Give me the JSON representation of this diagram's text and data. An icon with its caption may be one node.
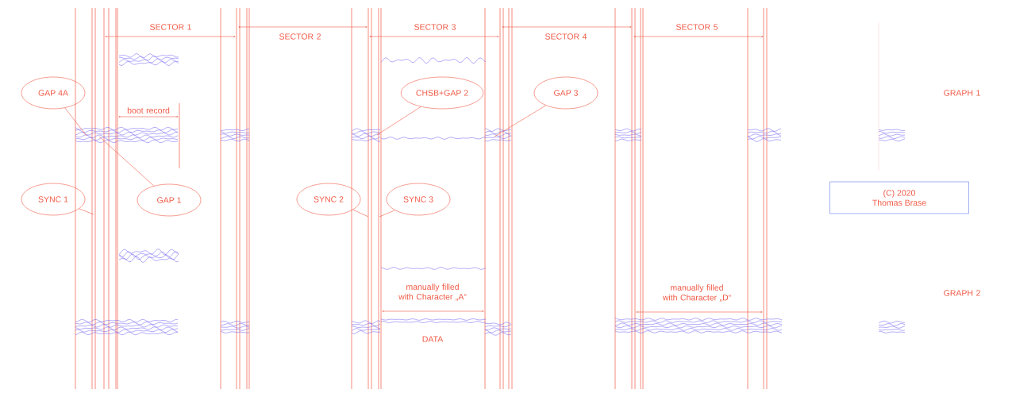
{
  "diagram": {
    "nodes": [
      {
        "text": [
          "GAP 4A"
        ]
      },
      {
        "text": [
          "CHSB+GAP 2"
        ]
      },
      {
        "text": [
          "GAP 3"
        ]
      },
      {
        "text": [
          "GAP 1"
        ]
      },
      {
        "text": [
          "SYNC 1"
        ]
      },
      {
        "text": [
          "SYNC 2"
        ]
      },
      {
        "text": [
          "SYNC 3"
        ]
      },
      {
        "text": [
          "(C) 2020",
          "Thomas Brase"
        ]
      }
    ],
    "edges": [
      {
        "from": 0,
        "to": null,
        "arrow": "none"
      },
      {
        "from": 1,
        "to": null,
        "arrow": "none"
      },
      {
        "from": 2,
        "to": null,
        "arrow": "none"
      },
      {
        "from": 3,
        "to": null,
        "arrow": "none"
      },
      {
        "from": 4,
        "to": null,
        "arrow": "none"
      },
      {
        "from": 5,
        "to": null,
        "arrow": "none"
      },
      {
        "from": 6,
        "to": null,
        "arrow": "none"
      }
    ],
    "labels": [
      "SECTOR 1",
      "SECTOR 2",
      "SECTOR 3",
      "SECTOR 4",
      "SECTOR 5",
      "boot record",
      "GRAPH 1",
      "manually filled with Character „A“",
      "manually filled with Character „D“",
      "GRAPH 2",
      "DATA"
    ]
  }
}
